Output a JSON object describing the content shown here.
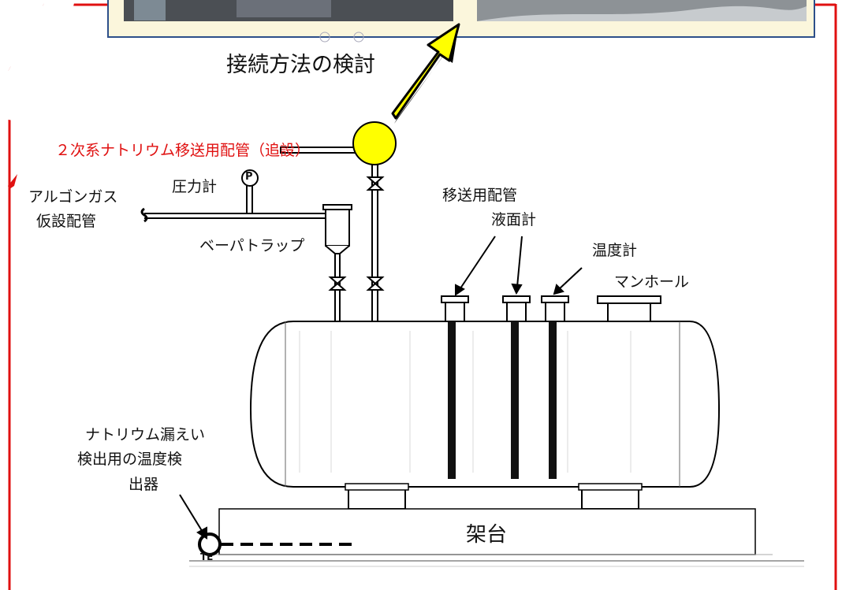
{
  "labels": {
    "connection_study": "接続方法の検討",
    "secondary_pipe": "２次系ナトリウム移送用配管（追設）",
    "pressure_gauge": "圧力計",
    "pressure_symbol": "P",
    "argon_line1": "アルゴンガス",
    "argon_line2": "仮設配管",
    "vapor_trap": "ベーパトラップ",
    "transfer_pipe": "移送用配管",
    "level_gauge": "液面計",
    "thermometer": "温度計",
    "manhole": "マンホール",
    "leak_line1": "ナトリウム漏えい",
    "leak_line2": "検出用の温度検",
    "leak_line3": "出器",
    "base": "架台",
    "te_symbol": "TE"
  },
  "colors": {
    "frame": "#e01010",
    "arrow_fill": "#ffff00",
    "ball_fill": "#ffff00",
    "banner_border": "#2d4f8a",
    "banner_bg": "#fbf6dc",
    "probe": "#111111"
  }
}
